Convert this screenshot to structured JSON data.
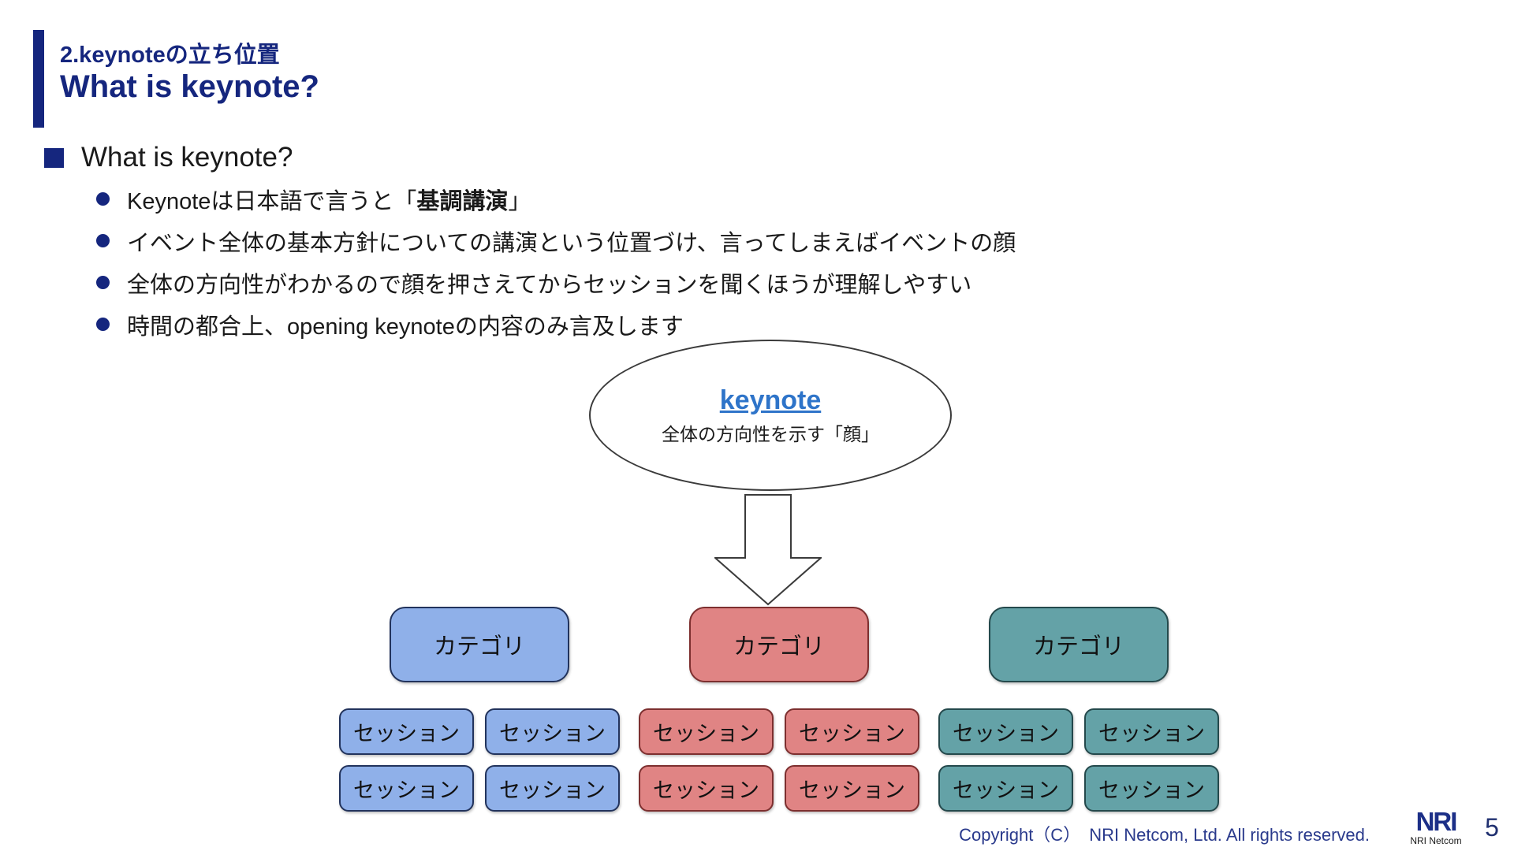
{
  "header": {
    "eyebrow": "2.keynoteの立ち位置",
    "title": "What is keynote?"
  },
  "content": {
    "heading": "What is keynote?",
    "bullets": {
      "item1_pre": "Keynoteは日本語で言うと「",
      "item1_bold": "基調講演",
      "item1_post": "」",
      "item2": "イベント全体の基本方針についての講演という位置づけ、言ってしまえばイベントの顔",
      "item3": "全体の方向性がわかるので顔を押さえてからセッションを聞くほうが理解しやすい",
      "item4": "時間の都合上、opening keynoteの内容のみ言及します"
    }
  },
  "diagram": {
    "ellipse": {
      "title": "keynote",
      "subtitle": "全体の方向性を示す「顔」"
    },
    "category_label": "カテゴリ",
    "session_label": "セッション",
    "colors": {
      "accent_navy": "#15267E",
      "link_blue": "#2E74C9",
      "category_blue": "#8FB0E9",
      "category_red": "#E08484",
      "category_teal": "#64A2A7"
    }
  },
  "footer": {
    "copyright": "Copyright（C）　NRI Netcom, Ltd. All rights reserved.",
    "logo_text": "NRI",
    "logo_subtext": "NRI Netcom",
    "page_number": "5"
  }
}
